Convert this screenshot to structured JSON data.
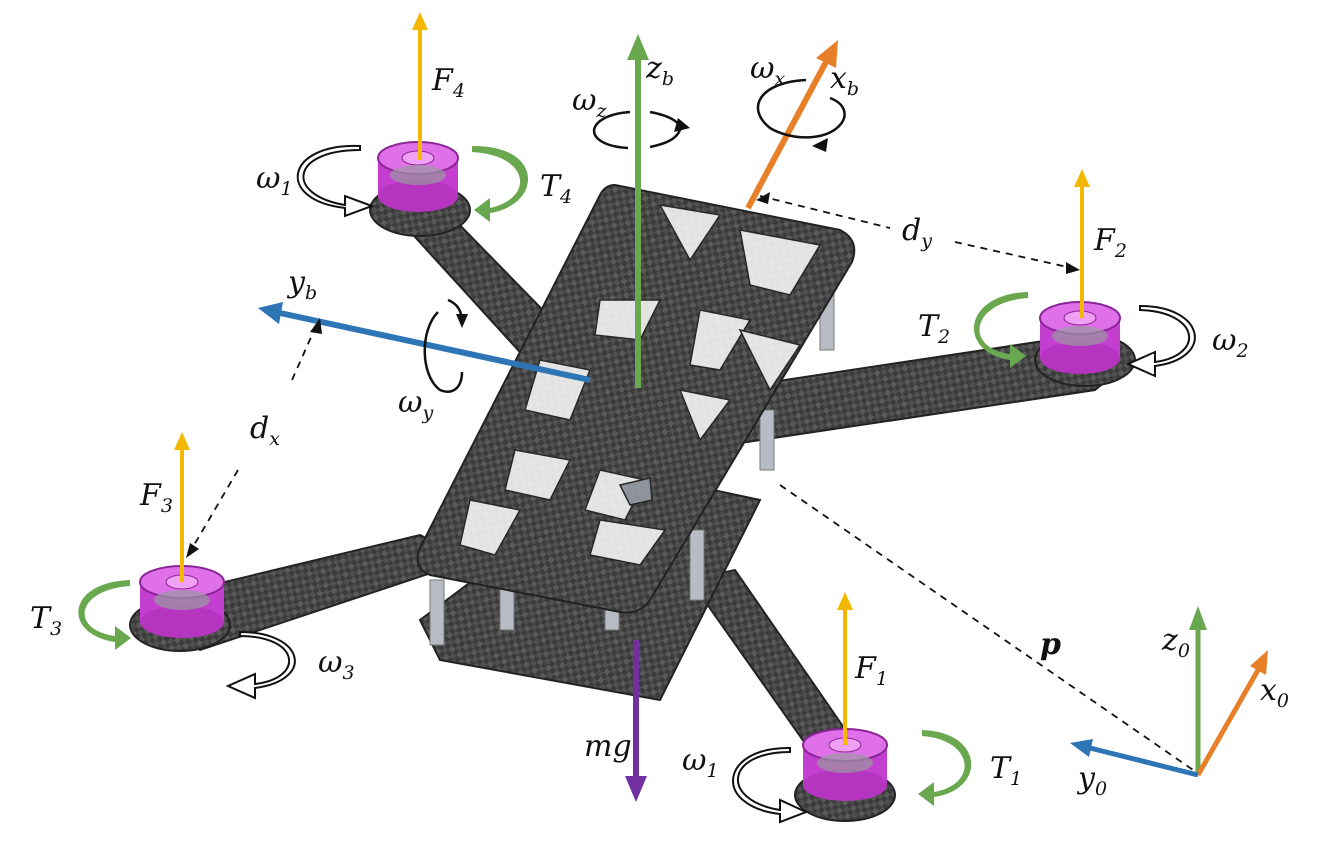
{
  "colors": {
    "thrust": "#f5b800",
    "body_z": "#6aa84f",
    "body_x": "#e8802a",
    "body_y": "#2e75b6",
    "gravity": "#7030a0",
    "torque_arrow": "#6aa84f",
    "motor": "#d94fe0",
    "frame": "#3a3a3a"
  },
  "labels": {
    "F4": {
      "base": "F",
      "sub": "4"
    },
    "F2": {
      "base": "F",
      "sub": "2"
    },
    "F3": {
      "base": "F",
      "sub": "3"
    },
    "F1": {
      "base": "F",
      "sub": "1"
    },
    "T4": {
      "base": "T",
      "sub": "4"
    },
    "T2": {
      "base": "T",
      "sub": "2"
    },
    "T3": {
      "base": "T",
      "sub": "3"
    },
    "T1": {
      "base": "T",
      "sub": "1"
    },
    "w1_top": {
      "base": "ω",
      "sub": "1"
    },
    "w2": {
      "base": "ω",
      "sub": "2"
    },
    "w3": {
      "base": "ω",
      "sub": "3"
    },
    "w1_bottom": {
      "base": "ω",
      "sub": "1"
    },
    "wz": {
      "base": "ω",
      "sub": "z"
    },
    "wx": {
      "base": "ω",
      "sub": "x"
    },
    "wy": {
      "base": "ω",
      "sub": "y"
    },
    "zb": {
      "base": "z",
      "sub": "b"
    },
    "xb": {
      "base": "x",
      "sub": "b"
    },
    "yb": {
      "base": "y",
      "sub": "b"
    },
    "dy": {
      "base": "d",
      "sub": "y"
    },
    "dx": {
      "base": "d",
      "sub": "x"
    },
    "z0": {
      "base": "z",
      "sub": "0"
    },
    "x0": {
      "base": "x",
      "sub": "0"
    },
    "y0": {
      "base": "y",
      "sub": "0"
    },
    "mg": "mg",
    "p": "p"
  }
}
